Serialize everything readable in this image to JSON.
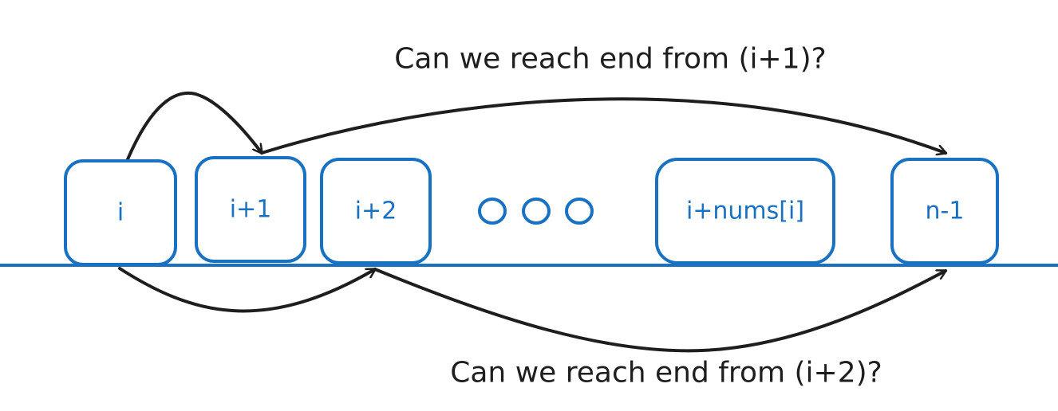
{
  "captions": {
    "top": "Can we reach end from (i+1)?",
    "bottom": "Can we reach end from (i+2)?"
  },
  "boxes": [
    {
      "label": "i"
    },
    {
      "label": "i+1"
    },
    {
      "label": "i+2"
    },
    {
      "label": "i+nums[i]"
    },
    {
      "label": "n-1"
    }
  ],
  "colors": {
    "box_stroke": "#1971c2",
    "box_text": "#1971c2",
    "arrow": "#1e1e1e",
    "caption": "#1e1e1e"
  }
}
